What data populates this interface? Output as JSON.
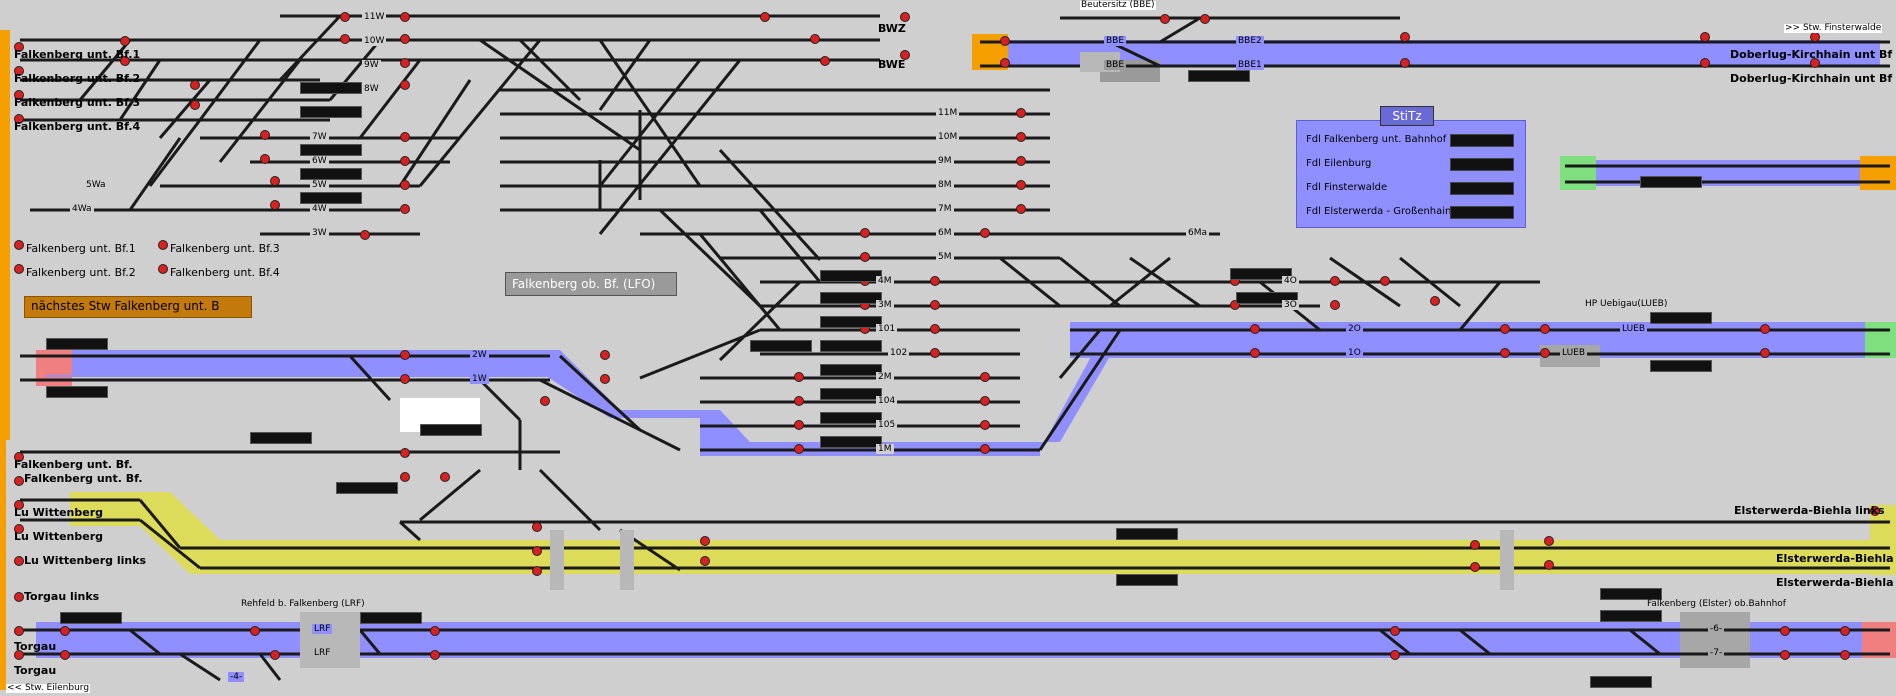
{
  "colors": {
    "background": "#cfcfcf",
    "track": "#222222",
    "route_blue": "#8f8fff",
    "route_yellow": "#dcdc5a",
    "orange": "#f5a000",
    "green": "#80e080",
    "pink": "#f08080",
    "signal_red": "#d92020"
  },
  "left_exits": [
    {
      "id": "e1",
      "label": "Falkenberg unt. Bf.1"
    },
    {
      "id": "e2",
      "label": "Falkenberg unt. Bf.2"
    },
    {
      "id": "e3",
      "label": "Falkenberg unt. Bf.3"
    },
    {
      "id": "e4",
      "label": "Falkenberg unt. Bf.4"
    },
    {
      "id": "e5",
      "label": "Falkenberg unt. Bf."
    },
    {
      "id": "e6",
      "label": "Falkenberg unt. Bf."
    },
    {
      "id": "e7",
      "label": "Lu Wittenberg"
    },
    {
      "id": "e8",
      "label": "Lu Wittenberg"
    },
    {
      "id": "e9",
      "label": "Lu Wittenberg links"
    },
    {
      "id": "e10",
      "label": "Torgau links"
    },
    {
      "id": "e11",
      "label": "Torgau"
    },
    {
      "id": "e12",
      "label": "Torgau"
    }
  ],
  "legend_left": [
    "Falkenberg unt. Bf.1",
    "Falkenberg unt. Bf.2",
    "Falkenberg unt. Bf.3",
    "Falkenberg unt. Bf.4"
  ],
  "next_stw_button": "nächstes Stw Falkenberg unt. B",
  "station_title": "Falkenberg ob. Bf. (LFO)",
  "right_exits": [
    {
      "id": "r1",
      "label": "BWZ"
    },
    {
      "id": "r2",
      "label": "BWE"
    },
    {
      "id": "r3",
      "label": "Doberlug-Kirchhain unt Bf"
    },
    {
      "id": "r4",
      "label": "Doberlug-Kirchhain unt Bf"
    },
    {
      "id": "r5",
      "label": "Elsterwerda-Biehla links"
    },
    {
      "id": "r6",
      "label": "Elsterwerda-Biehla"
    },
    {
      "id": "r7",
      "label": "Elsterwerda-Biehla"
    }
  ],
  "station_labels": {
    "beutersitz": "Beutersitz (BBE)",
    "finsterwalde": ">> Stw. Finsterwalde",
    "uebigau": "HP Uebigau(LUEB)",
    "rehfeld": "Rehfeld b. Falkenberg (LRF)",
    "elster": "Falkenberg (Elster) ob.Bahnhof",
    "eilenburg": "<< Stw. Eilenburg"
  },
  "stitz": {
    "title": "StiTz",
    "rows": [
      "Fdl Falkenberg unt. Bahnhof",
      "Fdl Eilenburg",
      "Fdl Finsterwalde",
      "Fdl Elsterwerda - Großenhain"
    ]
  },
  "track_names": {
    "t11w": "11W",
    "t10w": "10W",
    "t9w": "9W",
    "t8w": "8W",
    "t7w": "7W",
    "t6w": "6W",
    "t5w": "5W",
    "t4w": "4W",
    "t3w": "3W",
    "t5wa": "5Wa",
    "t4wa": "4Wa",
    "t11m": "11M",
    "t10m": "10M",
    "t9m": "9M",
    "t8m": "8M",
    "t7m": "7M",
    "t6m": "6M",
    "t6ma": "6Ma",
    "t5m": "5M",
    "t4m": "4M",
    "t3m": "3M",
    "t101": "101",
    "t102": "102",
    "t2m": "2M",
    "t104": "104",
    "t105": "105",
    "t1m": "1M",
    "t2w": "2W",
    "t1w": "1W",
    "t40": "4O",
    "t30": "3O",
    "t20": "2O",
    "t10": "1O",
    "bbe2": "BBE2",
    "bbe1": "BBE1",
    "bbe_a": "BBE",
    "bbe_b": "BBE",
    "lueb1": "LUEB",
    "lueb2": "LUEB",
    "lrf1": "LRF",
    "lrf2": "LRF",
    "t6": "-6-",
    "t7": "-7-",
    "t4": "-4-"
  }
}
